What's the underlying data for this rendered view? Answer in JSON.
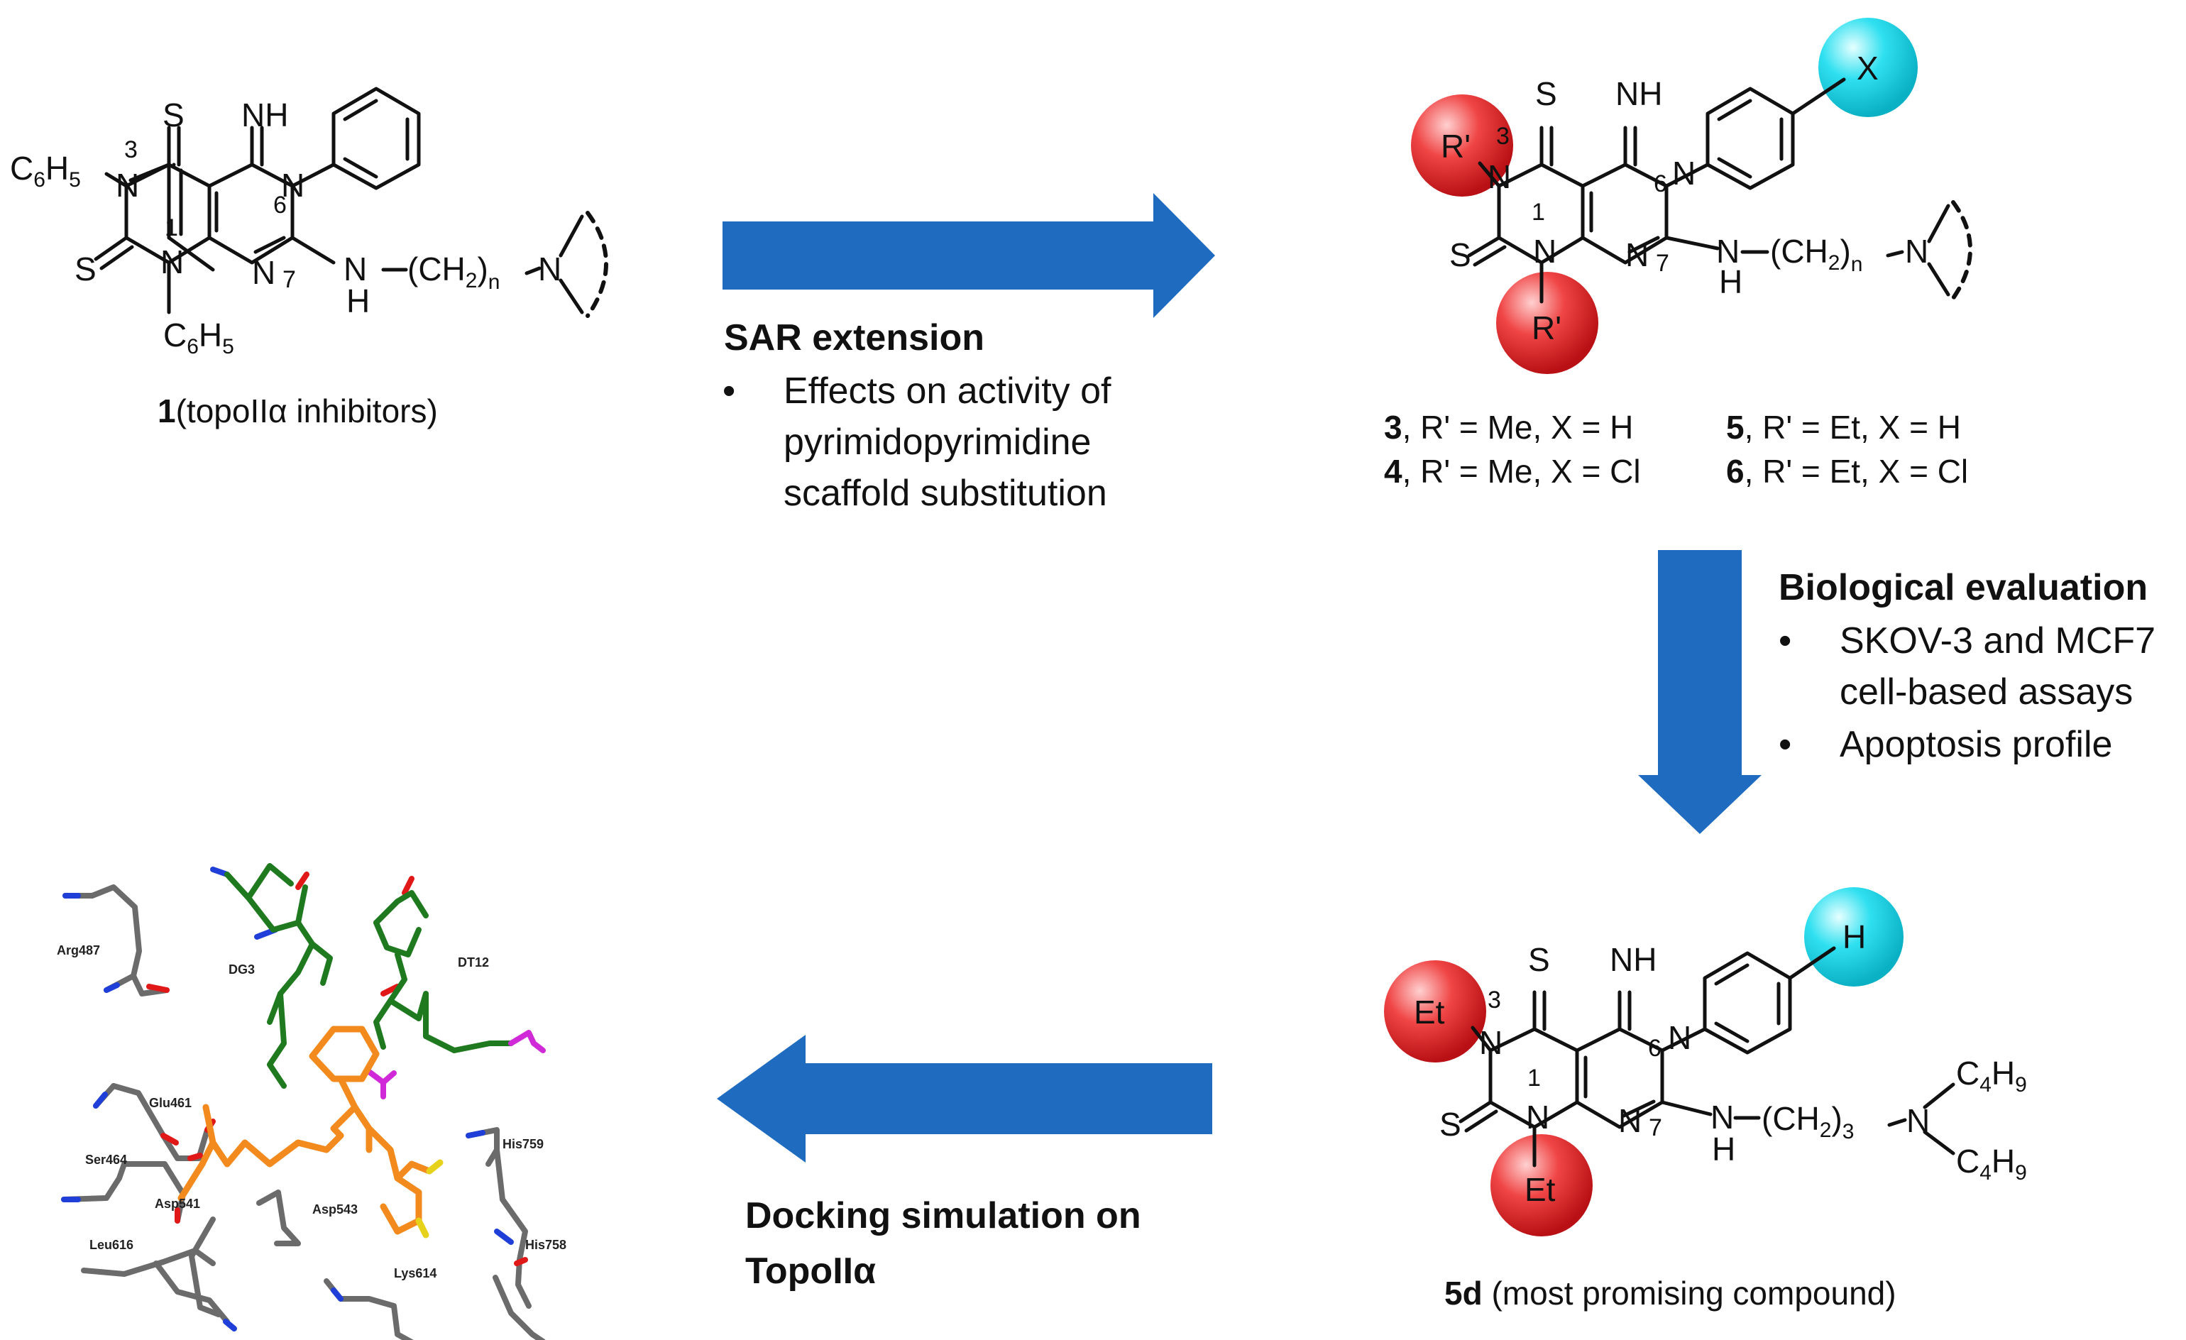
{
  "compound1": {
    "caption_num": "1",
    "caption_text": "(topoIIα inhibitors)",
    "labels": {
      "s_top": "S",
      "nh": "NH",
      "c6h5_a": "C",
      "c6h5_sub_a": "6",
      "c6h5_h_a": "H",
      "c6h5_sub2_a": "5",
      "n3": "N",
      "pos3": "3",
      "pos1": "1",
      "pos6": "6",
      "pos7": "7",
      "s_left": "S",
      "n1": "N",
      "n6": "N",
      "n7": "N",
      "nh_chain": "N",
      "h_chain": "H",
      "chain_open": "(CH",
      "chain_sub": "2",
      "chain_close": ")",
      "chain_n": "n",
      "amine_n": "N"
    }
  },
  "series": {
    "r_top": "R'",
    "r_bottom": "R'",
    "x_label": "X",
    "s_top": "S",
    "nh": "NH",
    "s_left": "S",
    "n3": "N",
    "n1": "N",
    "n6": "N",
    "n7": "N",
    "pos3": "3",
    "pos1": "1",
    "pos6": "6",
    "pos7": "7",
    "nh_chain": "N",
    "h_chain": "H",
    "chain_open": "(CH",
    "chain_sub": "2",
    "chain_close": ")",
    "chain_n": "n",
    "amine_n": "N",
    "legend": [
      {
        "num": "3",
        "text": ", R' = Me, X = H"
      },
      {
        "num": "4",
        "text": ", R' = Me, X = Cl"
      },
      {
        "num": "5",
        "text": ", R' = Et, X = H"
      },
      {
        "num": "6",
        "text": ", R' = Et, X = Cl"
      }
    ]
  },
  "compound5d": {
    "r_top": "Et",
    "r_bottom": "Et",
    "h_label": "H",
    "s_top": "S",
    "nh": "NH",
    "s_left": "S",
    "n3": "N",
    "n1": "N",
    "n6": "N",
    "n7": "N",
    "pos3": "3",
    "pos1": "1",
    "pos6": "6",
    "pos7": "7",
    "nh_chain": "N",
    "h_chain": "H",
    "chain_open": "(CH",
    "chain_sub": "2",
    "chain_close": ")",
    "chain_n": "3",
    "amine_n": "N",
    "c4h9": "C",
    "c4h9_sub": "4",
    "c4h9_h": "H",
    "c4h9_sub2": "9",
    "caption_num": "5d",
    "caption_text": " (most promising compound)"
  },
  "sar": {
    "title": "SAR extension",
    "bullet": "•",
    "lines": [
      "Effects on activity of",
      "pyrimidopyrimidine",
      "scaffold substitution"
    ]
  },
  "bio": {
    "title": "Biological evaluation",
    "bullet": "•",
    "item1": [
      "SKOV-3 and MCF7",
      "cell-based assays"
    ],
    "item2": "Apoptosis profile"
  },
  "docking": {
    "title_line1": "Docking simulation on",
    "title_line2": "TopoIIα",
    "residues": [
      "Arg487",
      "DG3",
      "DT12",
      "Glu461",
      "Ser464",
      "Asp541",
      "Asp543",
      "His759",
      "Leu616",
      "Lys614",
      "His758"
    ]
  },
  "colors": {
    "arrow": "#1f6bc0",
    "red_sphere": "#e8292d",
    "cyan_sphere": "#22d8ea",
    "ligand": "#f28a1e",
    "dna": "#1f7a1f",
    "protein": "#6b6b6b",
    "nitrogen": "#1f3fd8",
    "oxygen": "#e01818",
    "phosphorus": "#d02ad8",
    "sulfur": "#e6d21a"
  }
}
